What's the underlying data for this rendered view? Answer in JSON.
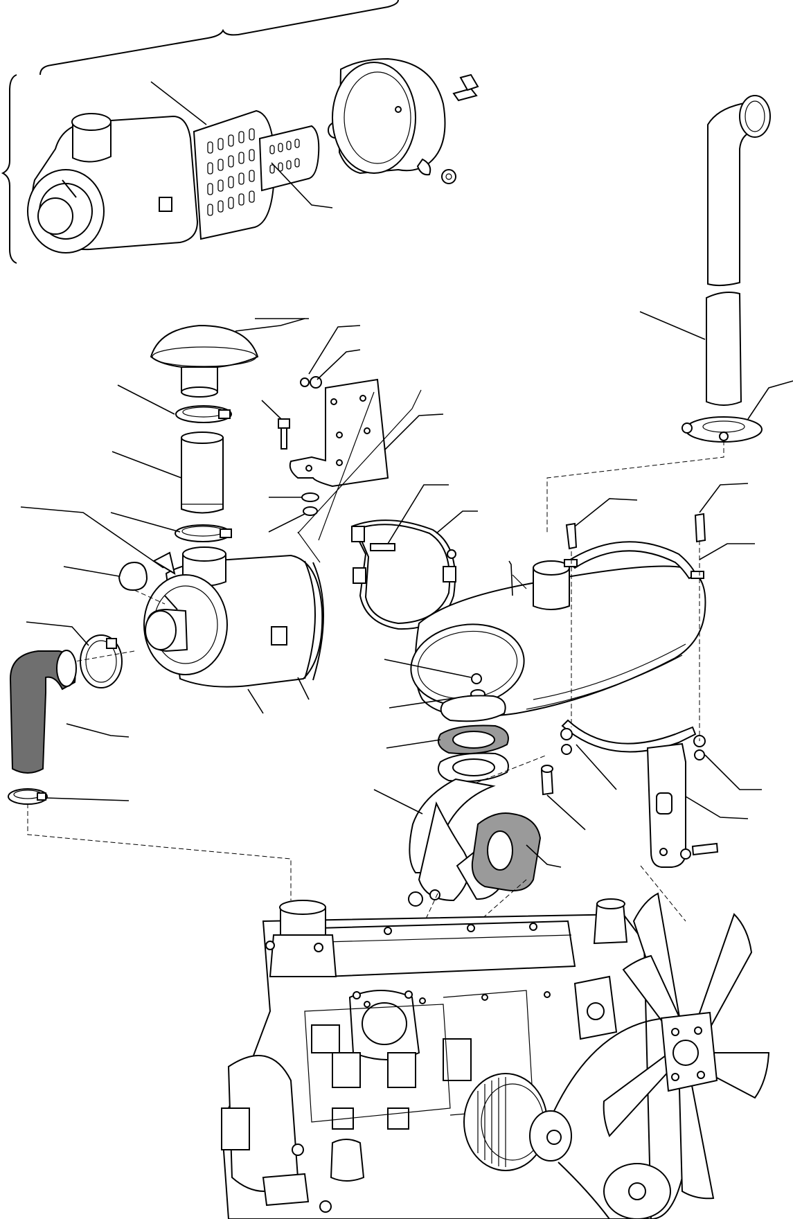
{
  "figure": {
    "labels": [],
    "callout_count": 33
  },
  "parts": {
    "exploded_air_filter": "air-filter-exploded-view",
    "air_filter_assembly": "air-filter-housing",
    "precleaner_cap": "precleaner-cap",
    "intake_tube": "intake-tube",
    "hose_clamps": "hose-clamps",
    "rubber_elbow": "rubber-elbow-hose",
    "mounting_bracket": "mounting-bracket",
    "band_clamp": "band-clamp",
    "muffler": "muffler",
    "exhaust_stack": "exhaust-stack",
    "exhaust_pipe": "exhaust-pipe",
    "gaskets": "gaskets",
    "support_strap": "support-strap",
    "engine": "engine-block",
    "fan": "cooling-fan",
    "alternator": "alternator"
  },
  "colors": {
    "ink": "#000000",
    "paper": "#ffffff",
    "shade": "#6f6f6f"
  }
}
